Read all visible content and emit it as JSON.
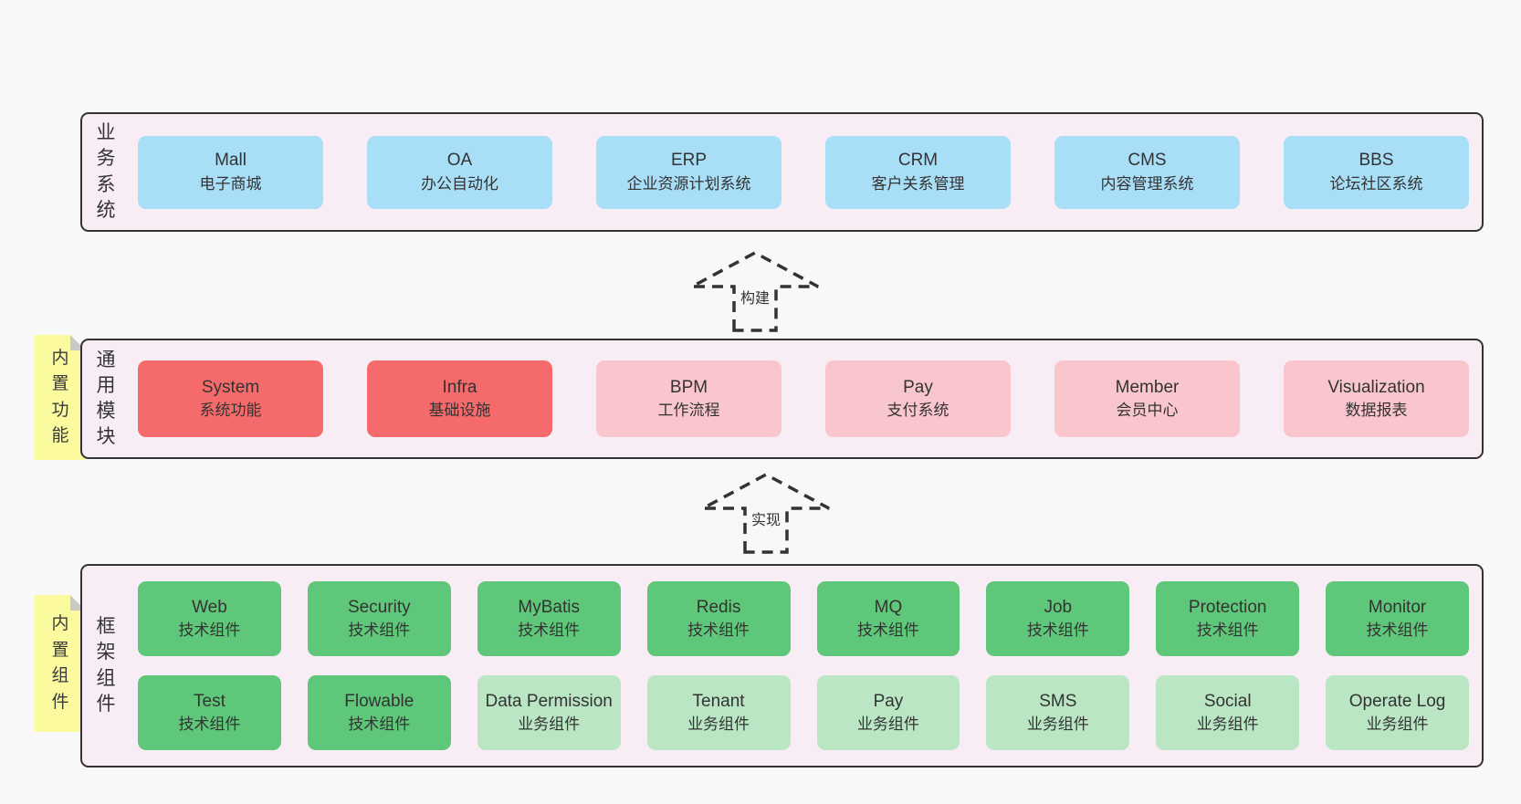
{
  "palette": {
    "page_bg": "#f8f8f8",
    "section_bg": "#f8edf5",
    "section_border": "#333333",
    "blue": "#a9def7",
    "red": "#f56b6b",
    "pink": "#fac6ce",
    "green": "#5fc779",
    "lightgreen": "#bae6c4",
    "sticky_yellow": "#fbfa9e",
    "sticky_fold": "#c9c9c9",
    "text": "#333333"
  },
  "arrows": [
    {
      "label": "构建"
    },
    {
      "label": "实现"
    }
  ],
  "sections": [
    {
      "id": "business",
      "label": "业务系统",
      "tab": null,
      "rows": [
        [
          {
            "name": "Mall",
            "desc": "电子商城",
            "color": "blue"
          },
          {
            "name": "OA",
            "desc": "办公自动化",
            "color": "blue"
          },
          {
            "name": "ERP",
            "desc": "企业资源计划系统",
            "color": "blue"
          },
          {
            "name": "CRM",
            "desc": "客户关系管理",
            "color": "blue"
          },
          {
            "name": "CMS",
            "desc": "内容管理系统",
            "color": "blue"
          },
          {
            "name": "BBS",
            "desc": "论坛社区系统",
            "color": "blue"
          }
        ]
      ]
    },
    {
      "id": "modules",
      "label": "通用模块",
      "tab": "内置功能",
      "rows": [
        [
          {
            "name": "System",
            "desc": "系统功能",
            "color": "red"
          },
          {
            "name": "Infra",
            "desc": "基础设施",
            "color": "red"
          },
          {
            "name": "BPM",
            "desc": "工作流程",
            "color": "pink"
          },
          {
            "name": "Pay",
            "desc": "支付系统",
            "color": "pink"
          },
          {
            "name": "Member",
            "desc": "会员中心",
            "color": "pink"
          },
          {
            "name": "Visualization",
            "desc": "数据报表",
            "color": "pink"
          }
        ]
      ]
    },
    {
      "id": "components",
      "label": "框架组件",
      "tab": "内置组件",
      "rows": [
        [
          {
            "name": "Web",
            "desc": "技术组件",
            "color": "green"
          },
          {
            "name": "Security",
            "desc": "技术组件",
            "color": "green"
          },
          {
            "name": "MyBatis",
            "desc": "技术组件",
            "color": "green"
          },
          {
            "name": "Redis",
            "desc": "技术组件",
            "color": "green"
          },
          {
            "name": "MQ",
            "desc": "技术组件",
            "color": "green"
          },
          {
            "name": "Job",
            "desc": "技术组件",
            "color": "green"
          },
          {
            "name": "Protection",
            "desc": "技术组件",
            "color": "green"
          },
          {
            "name": "Monitor",
            "desc": "技术组件",
            "color": "green"
          }
        ],
        [
          {
            "name": "Test",
            "desc": "技术组件",
            "color": "green"
          },
          {
            "name": "Flowable",
            "desc": "技术组件",
            "color": "green"
          },
          {
            "name": "Data Permission",
            "desc": "业务组件",
            "color": "lightgreen"
          },
          {
            "name": "Tenant",
            "desc": "业务组件",
            "color": "lightgreen"
          },
          {
            "name": "Pay",
            "desc": "业务组件",
            "color": "lightgreen"
          },
          {
            "name": "SMS",
            "desc": "业务组件",
            "color": "lightgreen"
          },
          {
            "name": "Social",
            "desc": "业务组件",
            "color": "lightgreen"
          },
          {
            "name": "Operate Log",
            "desc": "业务组件",
            "color": "lightgreen"
          }
        ]
      ]
    }
  ]
}
